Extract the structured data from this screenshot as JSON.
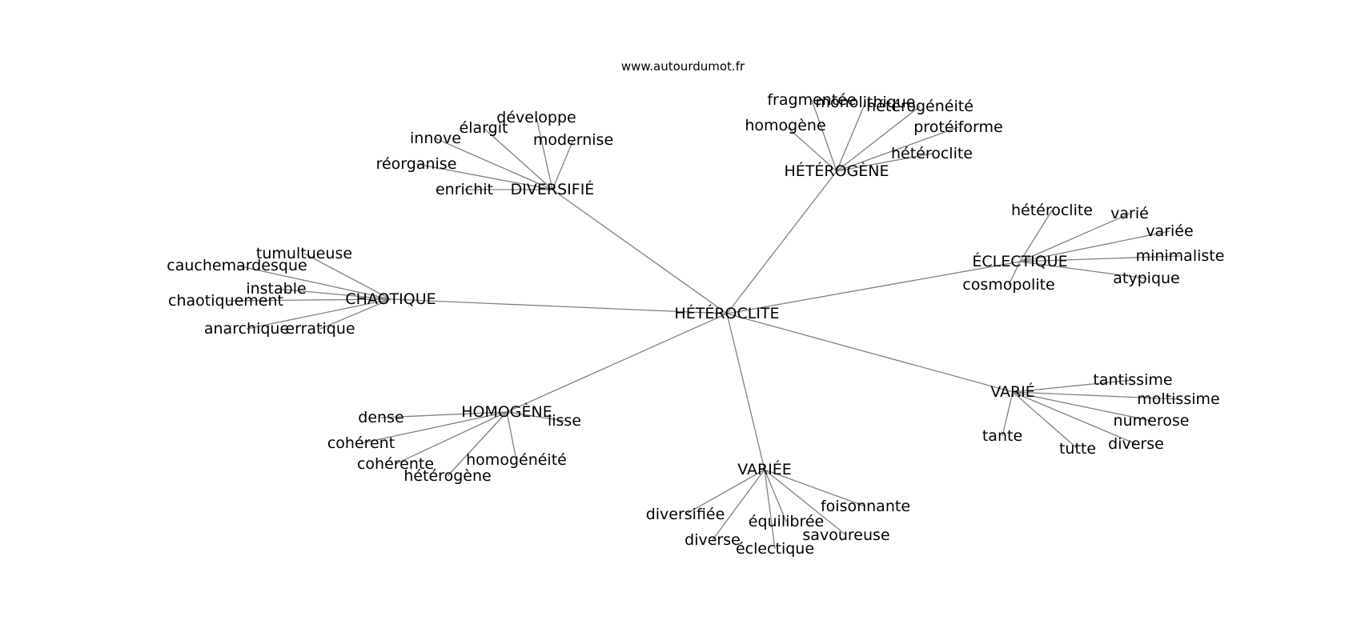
{
  "site": {
    "url": "www.autourdumot.fr"
  },
  "colors": {
    "edge": "#808080",
    "text": "#000000",
    "background": "#ffffff"
  },
  "graph": {
    "center": "HÉTÉROCLITE",
    "clusters": [
      {
        "label": "DIVERSIFIÉ",
        "leaves": [
          "développe",
          "élargit",
          "innove",
          "modernise",
          "réorganise",
          "enrichit"
        ]
      },
      {
        "label": "HÉTÉROGÈNE",
        "leaves": [
          "fragmentée",
          "monolithique",
          "hétérogénéité",
          "homogène",
          "protéiforme",
          "hétéroclite"
        ]
      },
      {
        "label": "ÉCLECTIQUE",
        "leaves": [
          "hétéroclite",
          "varié",
          "variée",
          "minimaliste",
          "cosmopolite",
          "atypique"
        ]
      },
      {
        "label": "CHAOTIQUE",
        "leaves": [
          "tumultueuse",
          "cauchemardesque",
          "instable",
          "chaotiquement",
          "anarchique",
          "erratique"
        ]
      },
      {
        "label": "VARIÉ",
        "leaves": [
          "tantissime",
          "moltissime",
          "numerose",
          "tante",
          "tutte",
          "diverse"
        ]
      },
      {
        "label": "HOMOGÈNE",
        "leaves": [
          "dense",
          "lisse",
          "cohérent",
          "cohérente",
          "homogénéité",
          "hétérogène"
        ]
      },
      {
        "label": "VARIÉE",
        "leaves": [
          "foisonnante",
          "diversifiée",
          "équilibrée",
          "savoureuse",
          "diverse",
          "éclectique"
        ]
      }
    ]
  }
}
